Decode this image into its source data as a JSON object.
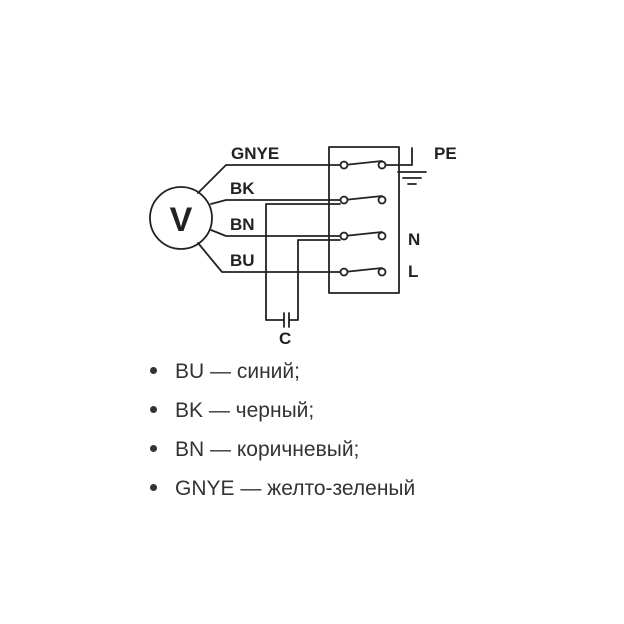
{
  "diagram": {
    "motor_label": "V",
    "wire_labels": {
      "gnye": "GNYE",
      "bk": "BK",
      "bn": "BN",
      "bu": "BU"
    },
    "terminal_labels": {
      "pe": "PE",
      "n": "N",
      "l": "L"
    },
    "capacitor_label": "C"
  },
  "legend": {
    "items": [
      "BU — синий;",
      "BK — черный;",
      "BN — коричневый;",
      "GNYE — желто-зеленый"
    ]
  },
  "colors": {
    "ink": "#222222",
    "background": "#ffffff"
  }
}
